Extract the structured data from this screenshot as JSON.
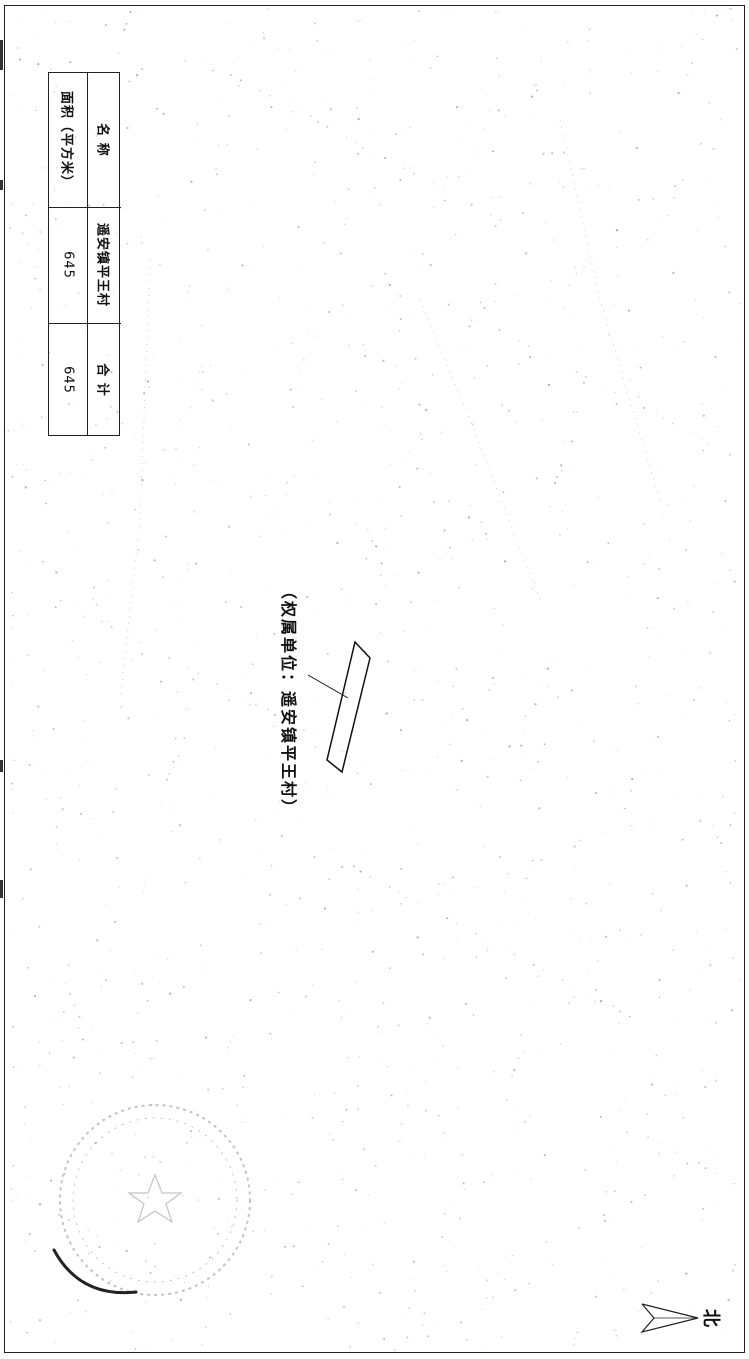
{
  "table": {
    "header_name": "名  称",
    "header_area": "面积（平方米）",
    "col_village": "遥安镇平王村",
    "col_total": "合  计",
    "area_village": "645",
    "area_total": "645"
  },
  "parcel": {
    "label": "（权属单位：遥安镇平王村）"
  },
  "north": {
    "label": "北"
  },
  "colors": {
    "ink": "#111111",
    "frame": "#222222",
    "seal": "#555555"
  }
}
